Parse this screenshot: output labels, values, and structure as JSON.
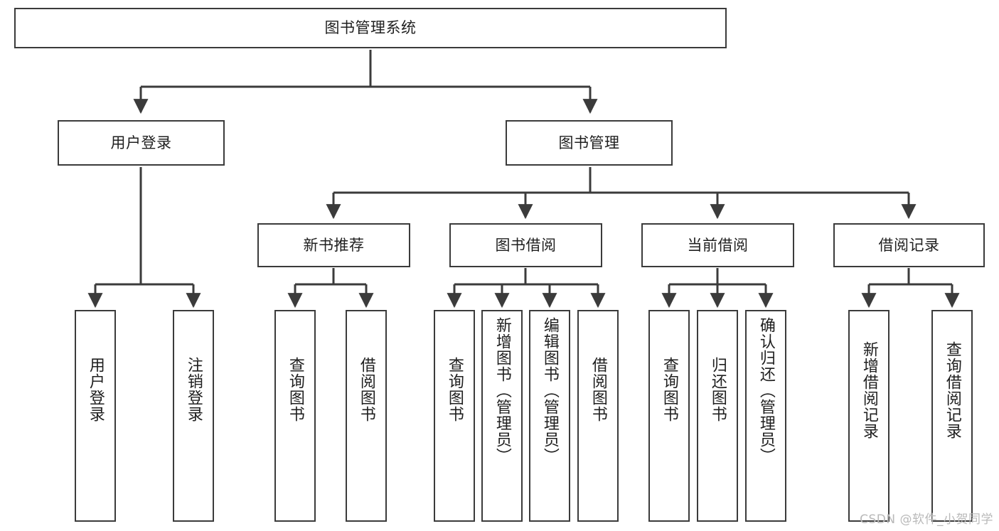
{
  "diagram": {
    "title": "图书管理系统",
    "type": "hierarchy-tree",
    "watermark": "CSDN @软件_小贺同学",
    "colors": {
      "background": "#ffffff",
      "box_border": "#3b3b3b",
      "box_fill": "#ffffff",
      "connector": "#3b3b3b",
      "text": "#1f1f1f",
      "watermark": "#b9b9b9"
    },
    "levels": {
      "level0": "root",
      "level1": "modules",
      "level2": "sub-modules",
      "level3": "functions"
    },
    "nodes": {
      "root": {
        "label": "图书管理系统"
      },
      "level1": [
        {
          "id": "user-login",
          "label": "用户登录"
        },
        {
          "id": "book-manage",
          "label": "图书管理"
        }
      ],
      "level2": [
        {
          "id": "new-book-recommend",
          "label": "新书推荐",
          "parent": "book-manage"
        },
        {
          "id": "book-borrow",
          "label": "图书借阅",
          "parent": "book-manage"
        },
        {
          "id": "current-borrow",
          "label": "当前借阅",
          "parent": "book-manage"
        },
        {
          "id": "borrow-record",
          "label": "借阅记录",
          "parent": "book-manage"
        }
      ],
      "leaves": {
        "user_login": [
          {
            "id": "leaf-user-login",
            "label": "用户登录"
          },
          {
            "id": "leaf-user-logout",
            "label": "注销登录"
          }
        ],
        "new_book_recommend": [
          {
            "id": "leaf-query-book-1",
            "label": "查询图书"
          },
          {
            "id": "leaf-borrow-book-1",
            "label": "借阅图书"
          }
        ],
        "book_borrow": [
          {
            "id": "leaf-query-book-2",
            "label": "查询图书"
          },
          {
            "id": "leaf-add-book",
            "label": "新增图书（管理员）"
          },
          {
            "id": "leaf-edit-book",
            "label": "编辑图书（管理员）"
          },
          {
            "id": "leaf-borrow-book-2",
            "label": "借阅图书"
          }
        ],
        "current_borrow": [
          {
            "id": "leaf-query-book-3",
            "label": "查询图书"
          },
          {
            "id": "leaf-return-book",
            "label": "归还图书"
          },
          {
            "id": "leaf-confirm-return",
            "label": "确认归还（管理员）"
          }
        ],
        "borrow_record": [
          {
            "id": "leaf-add-record",
            "label": "新增借阅记录"
          },
          {
            "id": "leaf-query-record",
            "label": "查询借阅记录"
          }
        ]
      }
    }
  }
}
